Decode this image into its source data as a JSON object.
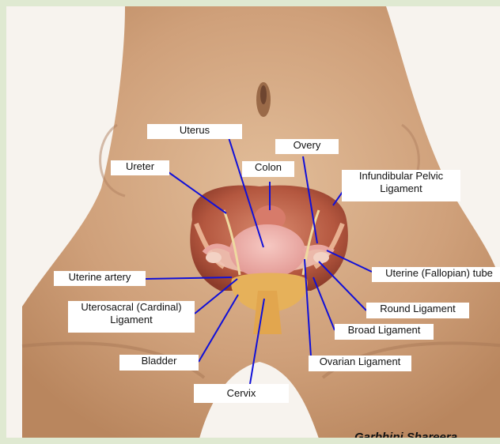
{
  "labels": {
    "uterus": "Uterus",
    "overy": "Overy",
    "ureter": "Ureter",
    "colon": "Colon",
    "infundibular_line1": "Infundibular Pelvic",
    "infundibular_line2": "Ligament",
    "uterine_artery": "Uterine artery",
    "fallopian_tube": "Uterine (Fallopian) tube",
    "uterosacral_line1": "Uterosacral (Cardinal)",
    "uterosacral_line2": "Ligament",
    "round_ligament": "Round Ligament",
    "broad_ligament": "Broad Ligament",
    "bladder": "Bladder",
    "ovarian_ligament": "Ovarian Ligament",
    "cervix": "Cervix"
  },
  "credit": "Garbhini Shareera",
  "colors": {
    "frame": "#dfe9d1",
    "skin": "#c99a74",
    "leader_line": "#1010d8",
    "label_bg": "#ffffff"
  }
}
